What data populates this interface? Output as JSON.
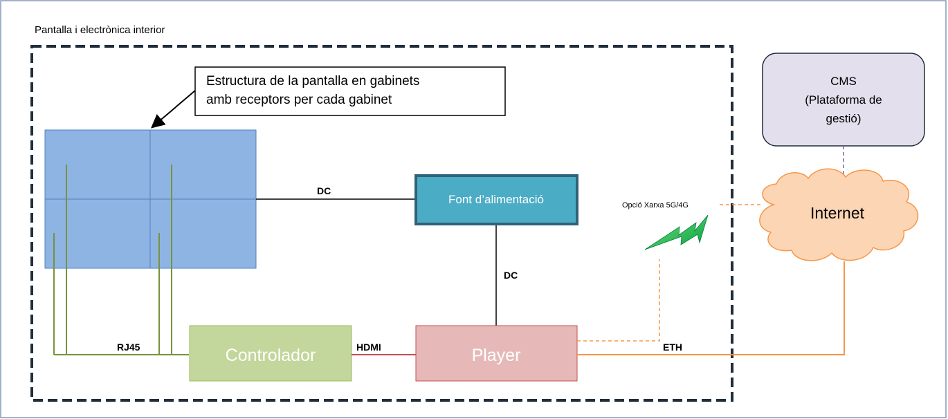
{
  "diagram": {
    "section_title": "Pantalla i electrònica interior",
    "callout": {
      "line1": "Estructura de la pantalla en gabinets",
      "line2": "amb receptors per cada gabinet"
    },
    "nodes": {
      "power_supply": "Font d’alimentació",
      "controller": "Controlador",
      "player": "Player",
      "cms_line1": "CMS",
      "cms_line2": "(Plataforma de",
      "cms_line3": "gestió)",
      "internet": "Internet"
    },
    "connections": {
      "dc_screen": "DC",
      "dc_player": "DC",
      "rj45": "RJ45",
      "hdmi": "HDMI",
      "eth": "ETH",
      "network_option": "Opció Xarxa 5G/4G"
    },
    "colors": {
      "screen": "#8eb4e3",
      "power_supply": "#4bacc6",
      "controller": "#c3d69b",
      "player": "#e6b9b8",
      "cms": "#e4dfec",
      "internet": "#fcd5b5",
      "eth_line": "#f79646",
      "cabling": "#77933c",
      "hdmi_line": "#c0504d",
      "wireless": "#00b050"
    }
  }
}
